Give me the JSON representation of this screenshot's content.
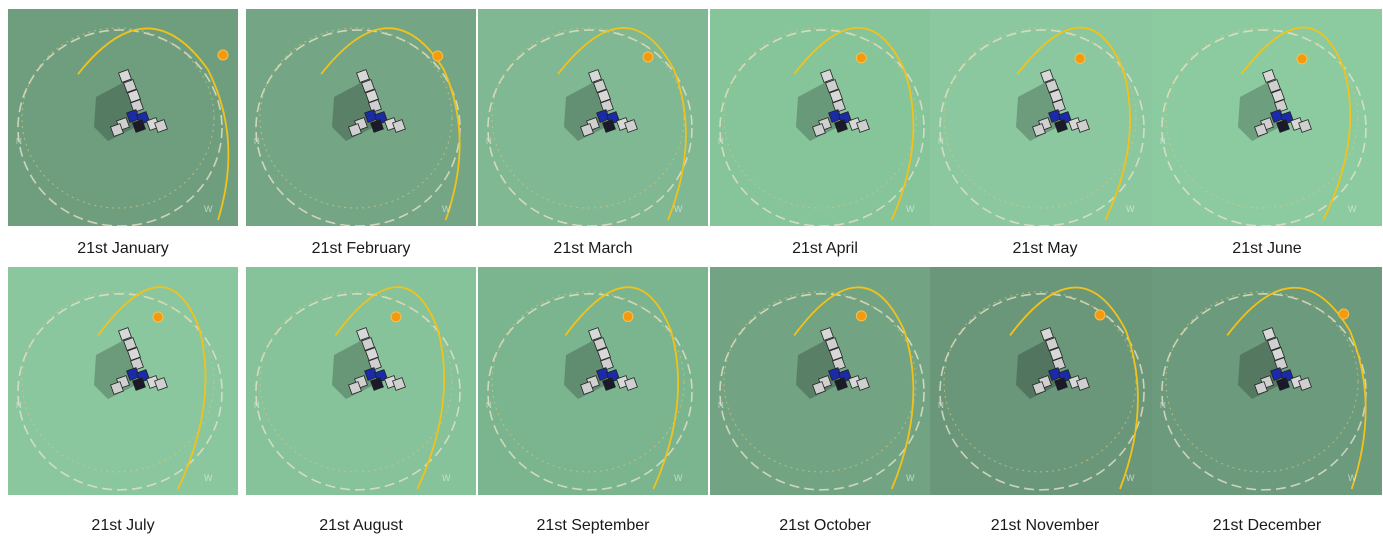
{
  "panels": [
    {
      "label": "21st January",
      "bg": "#6f9e7f",
      "sun": "orange-sun-icon"
    },
    {
      "label": "21st February",
      "bg": "#74a685",
      "sun": "orange-sun-icon"
    },
    {
      "label": "21st March",
      "bg": "#7fb892",
      "sun": "orange-sun-icon"
    },
    {
      "label": "21st April",
      "bg": "#86c49a",
      "sun": "orange-sun-icon"
    },
    {
      "label": "21st May",
      "bg": "#8bc89f",
      "sun": "orange-sun-icon"
    },
    {
      "label": "21st June",
      "bg": "#8ccba0",
      "sun": "orange-sun-icon"
    },
    {
      "label": "21st July",
      "bg": "#8ac79e",
      "sun": "orange-sun-icon"
    },
    {
      "label": "21st August",
      "bg": "#86c29a",
      "sun": "orange-sun-icon"
    },
    {
      "label": "21st September",
      "bg": "#7bb58f",
      "sun": "orange-sun-icon"
    },
    {
      "label": "21st October",
      "bg": "#72a483",
      "sun": "orange-sun-icon"
    },
    {
      "label": "21st November",
      "bg": "#6a977a",
      "sun": "orange-sun-icon"
    },
    {
      "label": "21st December",
      "bg": "#6c9a7c",
      "sun": "orange-sun-icon"
    }
  ],
  "compass": {
    "north": "N",
    "west": "W"
  },
  "colors": {
    "sun_path": "#f2c21b",
    "ring": "#e6e2c8",
    "building_dark": "#1a1a2a",
    "building_blue": "#1b2aa8"
  }
}
